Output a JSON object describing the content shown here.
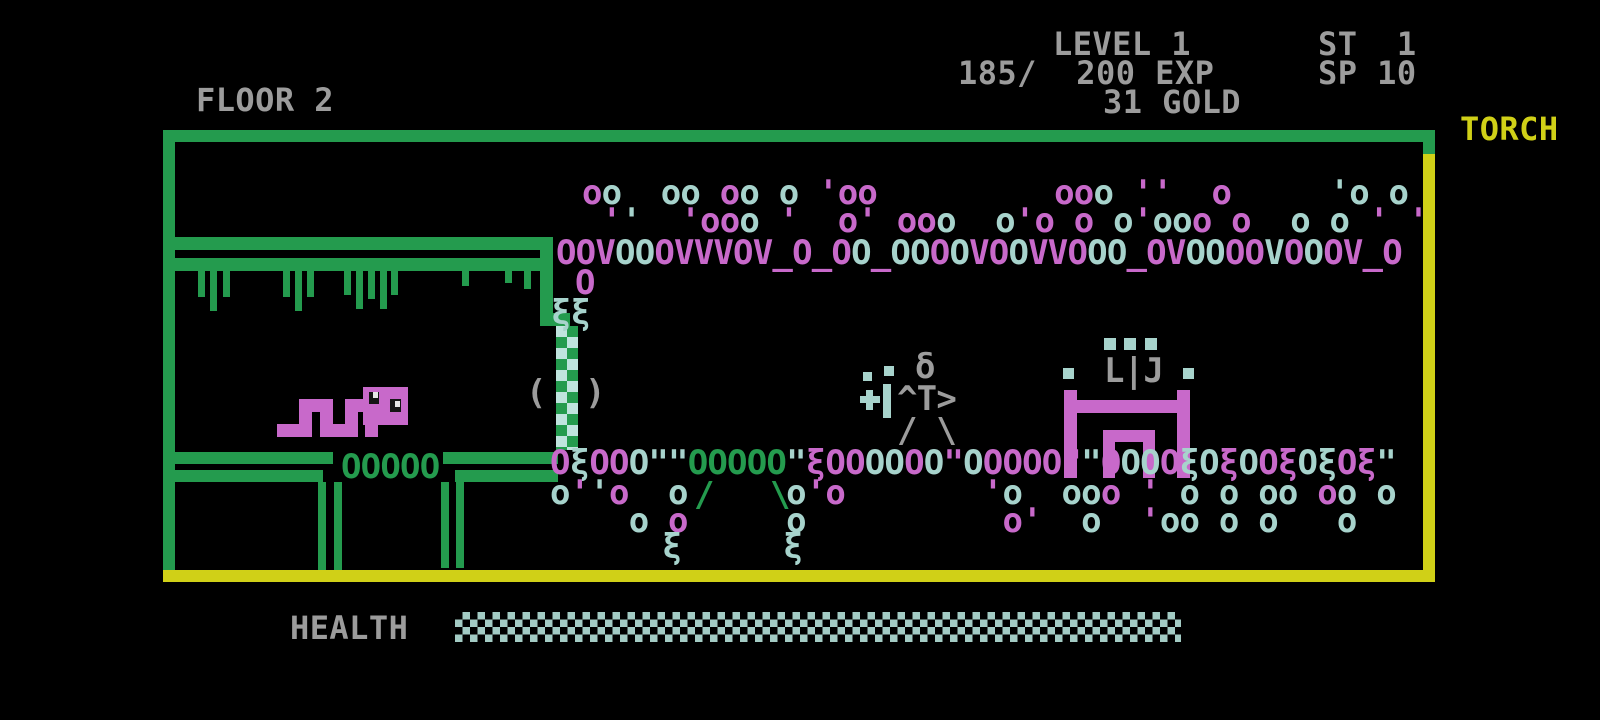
{
  "hud": {
    "floor_label": "FLOOR 2",
    "level_line": "LEVEL 1",
    "exp_line": "185/  200 EXP",
    "gold_line": "31 GOLD",
    "st_line": "ST  1",
    "sp_line": "SP 10",
    "torch_label": "TORCH",
    "health_label": "HEALTH"
  },
  "stats": {
    "floor": 2,
    "level": 1,
    "exp_current": 185,
    "exp_max": 200,
    "gold": 31,
    "st": 1,
    "sp": 10,
    "equipped": "TORCH",
    "health_percent": 100
  },
  "colors": {
    "g": "#249b4e",
    "p": "#c869ca",
    "t": "#a7d3cc",
    "l": "#bfe4de",
    "w": "#9c9c9c",
    "y": "#d0d017",
    "e": "#151515",
    "x": "#e6e6e6",
    "h": "#a3cbc4",
    "k": "#000000",
    "hud_text": "#9c9c9c",
    "torch_text": "#d0d017",
    "background": "#000000"
  },
  "map": {
    "rects": [
      [
        163,
        130,
        1272,
        12,
        "g",
        "border-top"
      ],
      [
        163,
        142,
        12,
        428,
        "g",
        "border-left"
      ],
      [
        1423,
        130,
        12,
        24,
        "g",
        "border-right-upper"
      ],
      [
        1423,
        154,
        12,
        428,
        "y",
        "border-right"
      ],
      [
        163,
        570,
        1272,
        12,
        "y",
        "border-bottom"
      ],
      [
        175,
        237,
        378,
        13,
        "g",
        "platform-line-top-upper"
      ],
      [
        175,
        258,
        365,
        13,
        "g",
        "platform-line-top-lower"
      ],
      [
        540,
        237,
        13,
        89,
        "g",
        "platform-corner"
      ],
      [
        540,
        313,
        30,
        13,
        "g",
        "platform-stub"
      ],
      [
        198,
        271,
        7,
        26,
        "g",
        "drip"
      ],
      [
        210,
        271,
        7,
        40,
        "g",
        "drip"
      ],
      [
        223,
        271,
        7,
        26,
        "g",
        "drip"
      ],
      [
        283,
        271,
        7,
        26,
        "g",
        "drip"
      ],
      [
        295,
        271,
        7,
        40,
        "g",
        "drip"
      ],
      [
        307,
        271,
        7,
        26,
        "g",
        "drip"
      ],
      [
        344,
        271,
        7,
        24,
        "g",
        "drip"
      ],
      [
        356,
        271,
        7,
        38,
        "g",
        "drip"
      ],
      [
        368,
        271,
        7,
        28,
        "g",
        "drip"
      ],
      [
        380,
        271,
        7,
        38,
        "g",
        "drip"
      ],
      [
        391,
        271,
        7,
        24,
        "g",
        "drip"
      ],
      [
        462,
        271,
        7,
        15,
        "g",
        "drip"
      ],
      [
        505,
        271,
        7,
        12,
        "g",
        "drip"
      ],
      [
        524,
        271,
        7,
        18,
        "g",
        "drip"
      ],
      [
        175,
        452,
        158,
        12,
        "g",
        "platform-line-bottom-upper-left"
      ],
      [
        443,
        452,
        115,
        12,
        "g",
        "platform-line-bottom-upper-right"
      ],
      [
        175,
        470,
        148,
        12,
        "g",
        "platform-line-bottom-lower-left"
      ],
      [
        455,
        470,
        103,
        12,
        "g",
        "platform-line-bottom-lower-right"
      ],
      [
        318,
        482,
        8,
        88,
        "g",
        "pillar"
      ],
      [
        334,
        482,
        8,
        88,
        "g",
        "pillar"
      ],
      [
        441,
        482,
        8,
        86,
        "g",
        "pillar"
      ],
      [
        456,
        482,
        8,
        86,
        "g",
        "pillar"
      ],
      [
        277,
        424,
        35,
        13,
        "p",
        "snake-body"
      ],
      [
        299,
        399,
        13,
        38,
        "p",
        "snake-body"
      ],
      [
        299,
        399,
        34,
        13,
        "p",
        "snake-body"
      ],
      [
        320,
        399,
        13,
        38,
        "p",
        "snake-body"
      ],
      [
        320,
        424,
        38,
        13,
        "p",
        "snake-body"
      ],
      [
        345,
        399,
        13,
        38,
        "p",
        "snake-body"
      ],
      [
        345,
        399,
        33,
        13,
        "p",
        "snake-body"
      ],
      [
        365,
        399,
        13,
        38,
        "p",
        "snake-body"
      ],
      [
        363,
        387,
        45,
        38,
        "p",
        "snake-head"
      ],
      [
        369,
        392,
        10,
        12,
        "e",
        "snake-eye"
      ],
      [
        390,
        399,
        11,
        13,
        "e",
        "snake-eye"
      ],
      [
        373,
        392,
        5,
        6,
        "x",
        "snake-eye-glint"
      ],
      [
        395,
        401,
        5,
        6,
        "x",
        "snake-eye-glint"
      ],
      [
        1064,
        390,
        13,
        88,
        "p",
        "gate-leg-left"
      ],
      [
        1177,
        390,
        13,
        88,
        "p",
        "gate-leg-right"
      ],
      [
        1064,
        400,
        126,
        13,
        "p",
        "gate-top-bar"
      ],
      [
        1103,
        430,
        12,
        48,
        "p",
        "gate-inner-leg"
      ],
      [
        1143,
        430,
        12,
        48,
        "p",
        "gate-inner-leg"
      ],
      [
        1103,
        430,
        52,
        12,
        "p",
        "gate-inner-top"
      ],
      [
        1104,
        338,
        12,
        12,
        "t",
        "gate-dot"
      ],
      [
        1124,
        338,
        12,
        12,
        "t",
        "gate-dot"
      ],
      [
        1145,
        338,
        12,
        12,
        "t",
        "gate-dot"
      ],
      [
        1063,
        368,
        11,
        11,
        "t",
        "gate-dot"
      ],
      [
        1183,
        368,
        11,
        11,
        "t",
        "gate-dot"
      ],
      [
        860,
        396,
        20,
        7,
        "t",
        "wisp-plus"
      ],
      [
        866,
        390,
        7,
        20,
        "t",
        "wisp-plus"
      ],
      [
        883,
        384,
        8,
        34,
        "t",
        "wisp-bar"
      ],
      [
        863,
        372,
        9,
        9,
        "t",
        "wisp-dot"
      ],
      [
        884,
        366,
        10,
        10,
        "t",
        "wisp-dot"
      ]
    ],
    "checkers": [
      [
        556,
        326,
        22,
        124,
        11,
        "g",
        "l",
        "ladder"
      ],
      [
        455,
        612,
        726,
        30,
        7.5,
        "h",
        "k",
        "health-bar"
      ]
    ],
    "texts": [
      [
        582,
        176,
        "oo  oo oo o 'oo         ooo ''  o     'o o",
        "pt  tt pt t ppp         ppt pp  p     tt t",
        "scatter-row"
      ],
      [
        582,
        204,
        " ''  'ooo '  o' ooo  o'o o o'ooo o  o o ' '",
        " pt  pppt p  pp ppt  tpp p tpttp p  t t p p",
        "scatter-row"
      ],
      [
        556,
        236,
        "OOVOOOVVVOV_O_OO_OOOOVOOVVOOO_OVOOOOVOOOV_O",
        "pppttpppppppppptpttptpptpppttpppttpptptpppp",
        "terrain-row-upper"
      ],
      [
        575,
        266,
        "O",
        "p",
        "terrain-glyph"
      ],
      [
        551,
        296,
        "ξξ",
        "tt",
        "squiggle-glyph"
      ],
      [
        526,
        376,
        "(  )",
        "w  w",
        "doorway-parens"
      ],
      [
        915,
        350,
        "δ",
        "w",
        "player-head"
      ],
      [
        897,
        382,
        "^T>",
        "www",
        "player-body"
      ],
      [
        897,
        414,
        "/ \\",
        "w w",
        "player-legs"
      ],
      [
        1104,
        354,
        "L|J",
        "www",
        "gate-ornament"
      ],
      [
        341,
        450,
        "OOOOO",
        "ggggg",
        "platform-windows"
      ],
      [
        550,
        446,
        "OξOOO\"\"OOOOO\"ξOOOOOO\"OOOOO\"\"OOOOξOξOOξOξOξ\"",
        "ptpptttgggggtpppttptptppppptpttpttptppttppt",
        "terrain-row-lower"
      ],
      [
        694,
        478,
        "/",
        "g",
        "slash-mark"
      ],
      [
        770,
        478,
        "\\",
        "g",
        "backslash-mark"
      ],
      [
        550,
        476,
        "o''o  o     o'o       'o  ooo ' o o oo oo o",
        "tptp  t     tpp       pt  ttp p t t tt pt t",
        "scatter-row"
      ],
      [
        550,
        504,
        "    o o     o          o'  o  'oo o o   o",
        "    t p     t          pp  t  ptt t t   t",
        "scatter-row"
      ],
      [
        662,
        530,
        "ξ",
        "t",
        "squiggle-glyph"
      ],
      [
        783,
        530,
        "ξ",
        "t",
        "squiggle-glyph"
      ]
    ]
  }
}
